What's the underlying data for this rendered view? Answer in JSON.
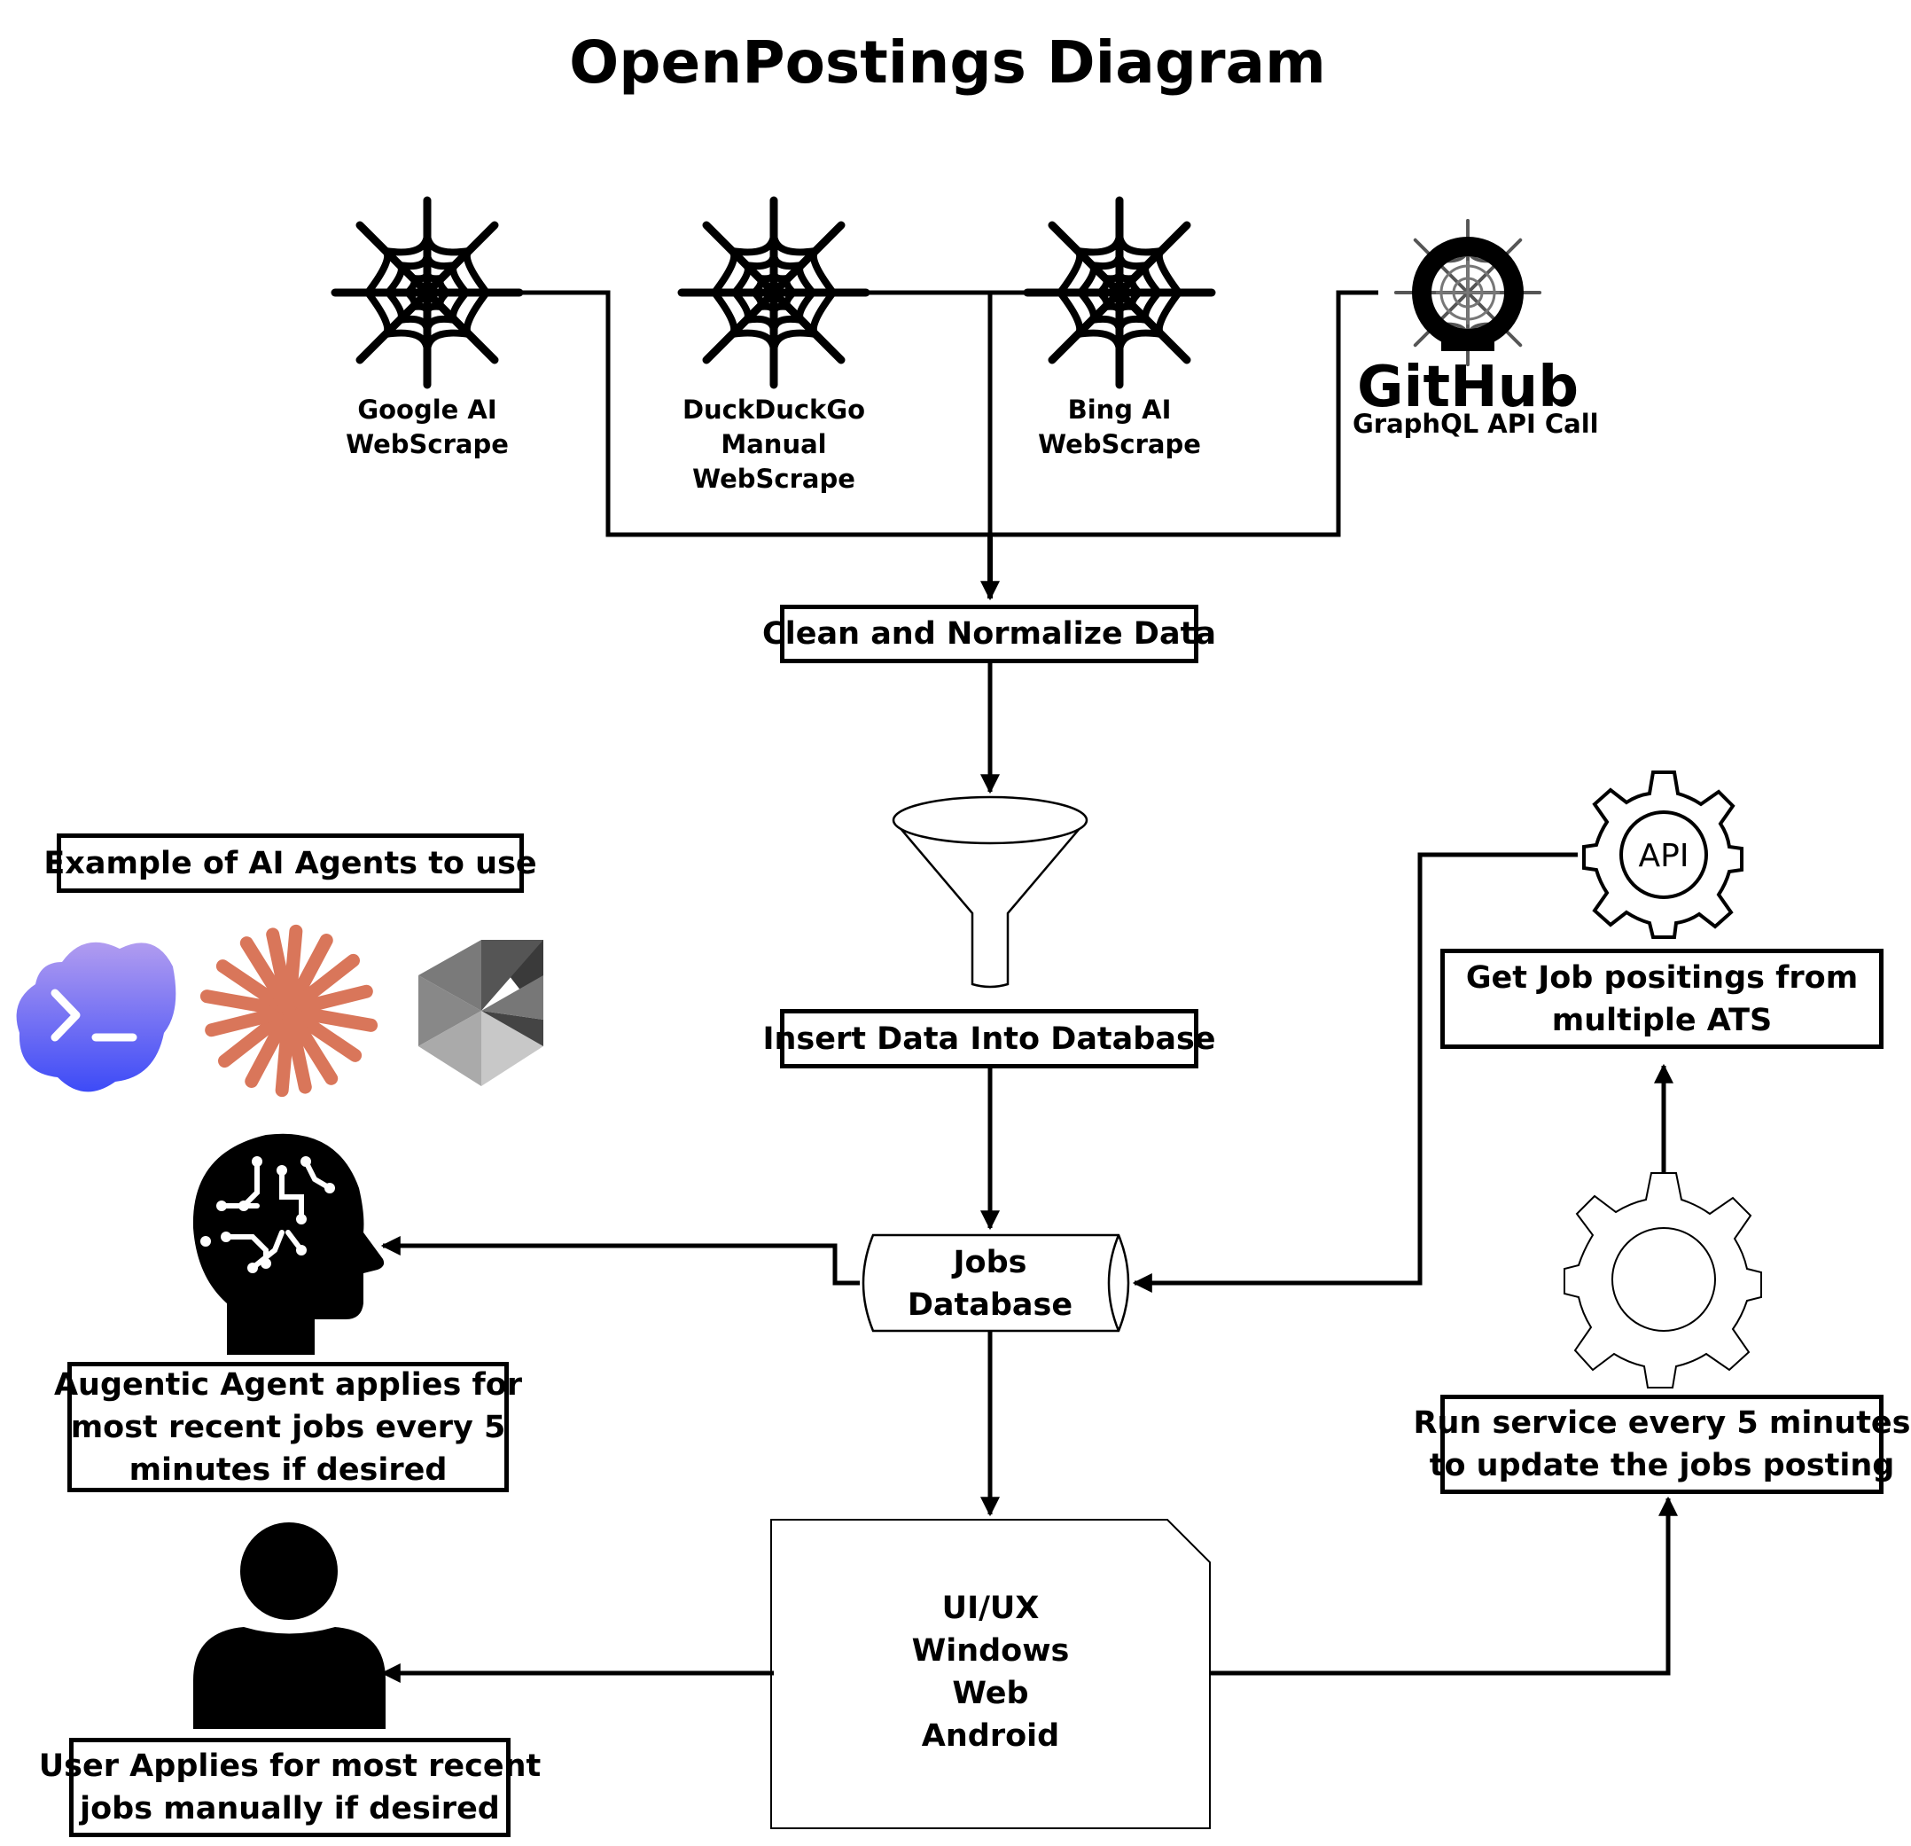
{
  "title": "OpenPostings Diagram",
  "sources": [
    {
      "lines": [
        "Google AI",
        "WebScrape"
      ],
      "icon": "spider-web-icon"
    },
    {
      "lines": [
        "DuckDuckGo",
        "Manual",
        "WebScrape"
      ],
      "icon": "spider-web-icon"
    },
    {
      "lines": [
        "Bing AI",
        "WebScrape"
      ],
      "icon": "spider-web-icon"
    },
    {
      "lines": [
        "GitHub",
        "GraphQL API Call"
      ],
      "icon": "github-logo-icon"
    }
  ],
  "steps": {
    "clean": "Clean and Normalize Data",
    "insert": "Insert Data Into Database",
    "database": [
      "Jobs",
      "Database"
    ],
    "ui": [
      "UI/UX",
      "Windows",
      "Web",
      "Android"
    ]
  },
  "agents": {
    "header": "Example of AI Agents to use",
    "icons": [
      "terminal-cloud-icon",
      "starburst-icon",
      "cube-icon",
      "brain-circuit-head-icon"
    ],
    "caption": [
      "Augentic Agent applies for",
      "most recent jobs every 5",
      "minutes if desired"
    ]
  },
  "user": {
    "icon": "person-icon",
    "caption": [
      "User Applies for most recent",
      "jobs manually if desired"
    ]
  },
  "ats": {
    "gear_label": "API",
    "caption": [
      "Get Job positings from",
      "multiple ATS"
    ]
  },
  "service": {
    "icon": "gear-icon",
    "caption": [
      "Run service every 5 minutes",
      "to update the jobs posting"
    ]
  },
  "colors": {
    "starburst": "#d9765a",
    "cloud_top": "#b19cf0",
    "cloud_bottom": "#3d4bf7"
  }
}
